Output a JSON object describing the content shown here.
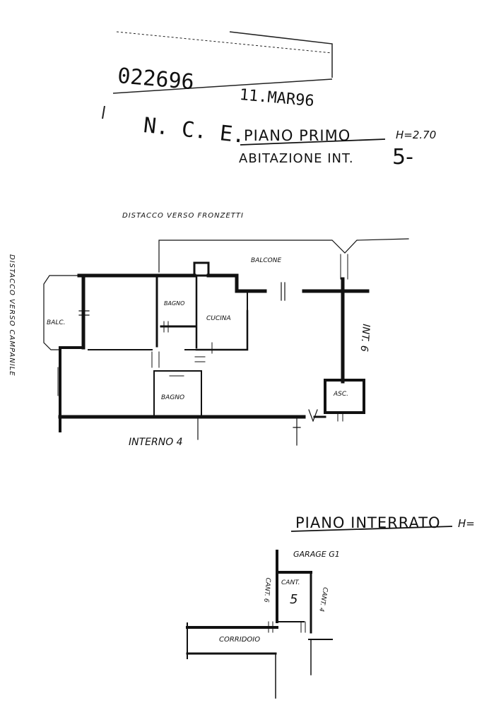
{
  "stamp": {
    "number": "022696",
    "date": "11.MAR96",
    "office": "N. C. E."
  },
  "first_floor": {
    "title": "PIANO PRIMO",
    "height": "H=2.70",
    "unit": "ABITAZIONE INT.",
    "unit_number": "5-",
    "labels": {
      "distacco_top": "DISTACCO VERSO FRONZETTI",
      "distacco_left": "DISTACCO VERSO CAMPANILE",
      "balcone": "BALCONE",
      "balc": "BALC.",
      "bagno_upper": "BAGNO",
      "cucina": "CUCINA",
      "bagno_lower": "BAGNO",
      "asc": "ASC.",
      "int6": "INT. 6",
      "interno4": "INTERNO 4"
    }
  },
  "basement": {
    "title": "PIANO INTERRATO",
    "height": "H=",
    "labels": {
      "garage": "GARAGE G1",
      "cant": "CANT.",
      "cant_number": "5",
      "cant6": "CANT. 6",
      "cant4": "CANT. 4",
      "corridoio": "CORRIDOIO"
    }
  }
}
